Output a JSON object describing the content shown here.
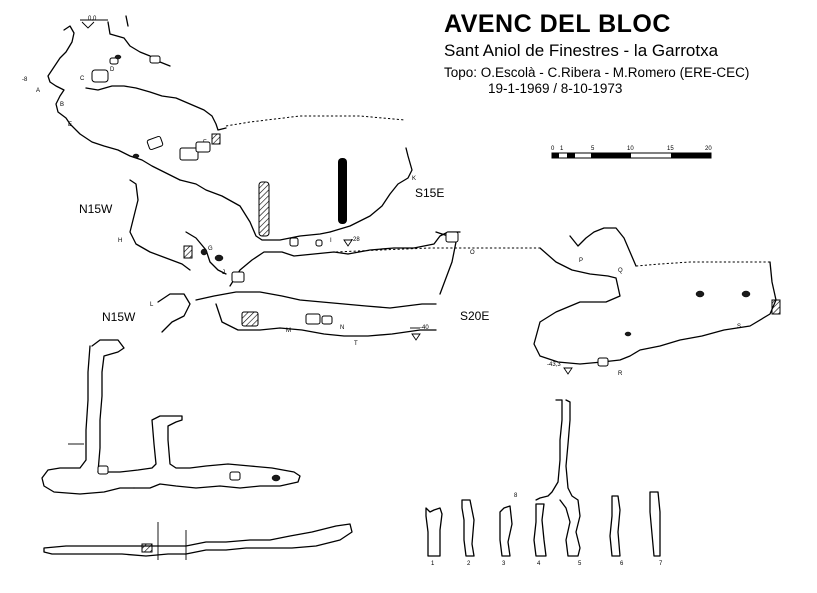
{
  "header": {
    "title": "AVENC DEL BLOC",
    "location": "Sant Aniol de Finestres - la Garrotxa",
    "authors": "Topo: O.Escolà - C.Ribera - M.Romero  (ERE-CEC)",
    "dates": "19-1-1969 / 8-10-1973"
  },
  "scale": {
    "ticks": [
      "0",
      "1",
      "5",
      "10",
      "15",
      "20"
    ]
  },
  "orientations": [
    "N15W",
    "S15E",
    "N15W",
    "S20E"
  ],
  "depths": [
    "0,0",
    "-8",
    "-28",
    "-40",
    "-43,3"
  ],
  "station_labels": [
    "A",
    "B",
    "C",
    "D",
    "E",
    "F",
    "G",
    "H",
    "I",
    "J",
    "K",
    "L",
    "M",
    "N",
    "O",
    "P",
    "Q",
    "R",
    "S",
    "T"
  ],
  "profile_numbers": [
    "1",
    "2",
    "3",
    "4",
    "5",
    "6",
    "7",
    "8"
  ],
  "colors": {
    "ink": "#000000",
    "background": "#ffffff"
  }
}
